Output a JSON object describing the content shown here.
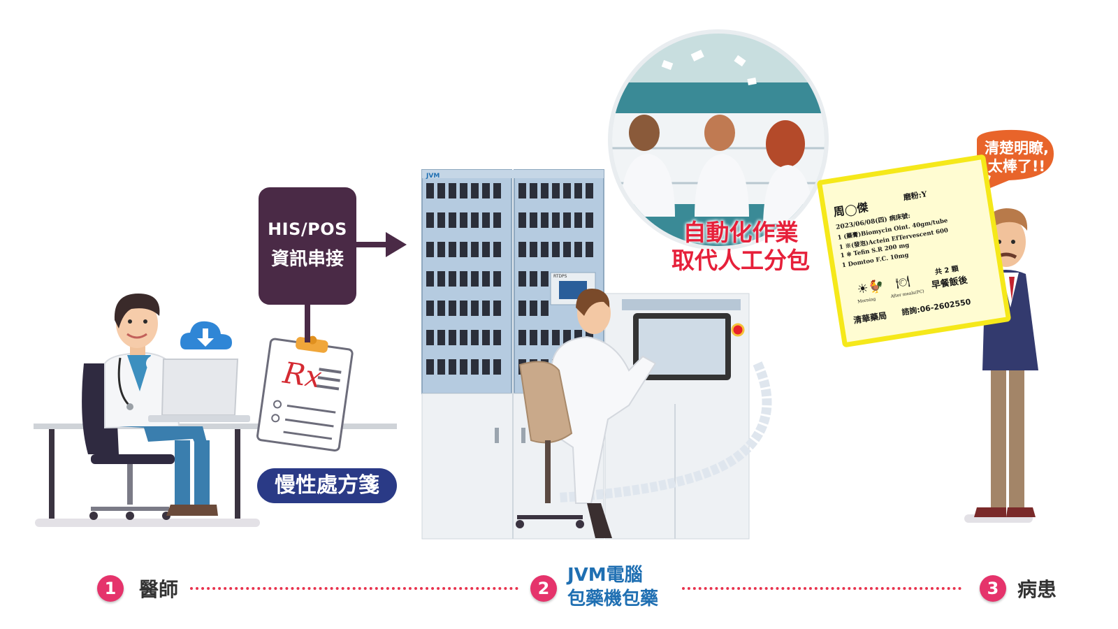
{
  "connector": {
    "line1": "HIS/POS",
    "line2": "資訊串接"
  },
  "prescription": {
    "pill_label": "慢性處方箋",
    "rx_symbol": "Rx"
  },
  "machine": {
    "brand": "JVM",
    "panel_brand": "RTDPS"
  },
  "automation": {
    "line1": "自動化作業",
    "line2": "取代人工分包"
  },
  "patient_bubble": {
    "line1": "清楚明瞭,",
    "line2": "太棒了!!"
  },
  "label_card": {
    "name": "周◯傑",
    "grind": "磨粉:Y",
    "date": "2023/06/08(四) 病床號:",
    "items": [
      "1  (藥膏)Biomycin Oint. 40gm/tube",
      "1  ※(發泡)Actein EfTervescent 600",
      "1  ※ Tefin S.R 200 mg",
      "1  Domtoo F.C. 10mg"
    ],
    "total": "共 2 顆",
    "timing": "早餐飯後",
    "morning": "Morning",
    "after_meals": "After meals(PC)",
    "pharmacy": "清華藥局",
    "contact": "諮詢:06-2602550"
  },
  "steps": [
    {
      "number": "1",
      "label": "醫師"
    },
    {
      "number": "2",
      "label_line1": "JVM電腦",
      "label_line2": "包藥機包藥"
    },
    {
      "number": "3",
      "label": "病患"
    }
  ],
  "colors": {
    "connector_box": "#4a2a46",
    "pill": "#2a3a86",
    "automation_text": "#e6203a",
    "step_circle": "#e5336b",
    "step_blue": "#1f6fb2",
    "dots": "#e8334e",
    "bubble": "#e8642a",
    "card_border": "#f5e81a"
  }
}
